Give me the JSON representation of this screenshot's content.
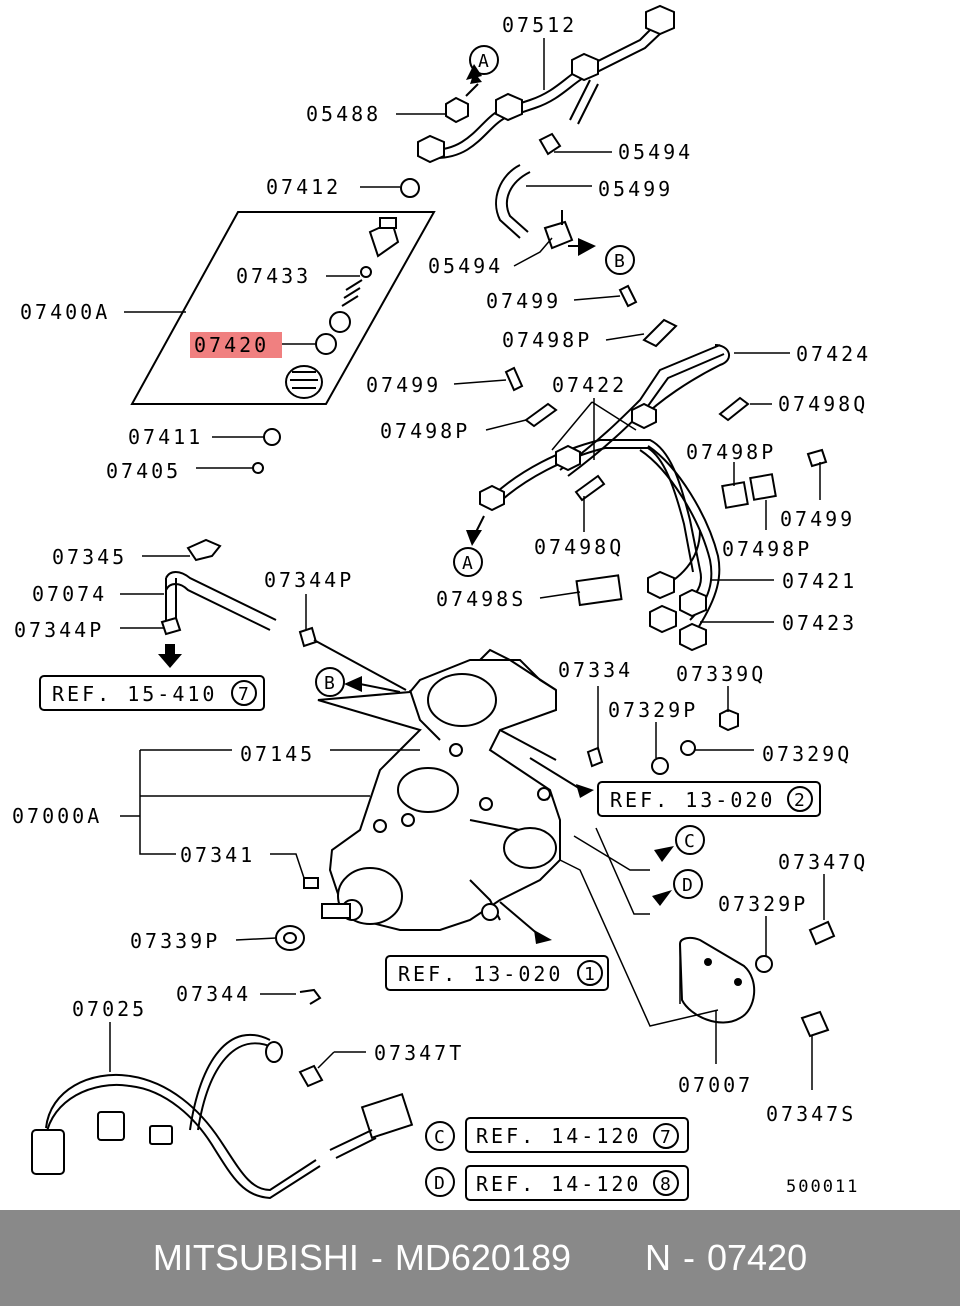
{
  "diagram": {
    "parts": [
      {
        "id": "p07512",
        "label": "07512"
      },
      {
        "id": "p05488",
        "label": "05488"
      },
      {
        "id": "p05494a",
        "label": "05494"
      },
      {
        "id": "p07412",
        "label": "07412"
      },
      {
        "id": "p05499",
        "label": "05499"
      },
      {
        "id": "p07433",
        "label": "07433"
      },
      {
        "id": "p05494b",
        "label": "05494"
      },
      {
        "id": "p07400A",
        "label": "07400A"
      },
      {
        "id": "p07499a",
        "label": "07499"
      },
      {
        "id": "p07420",
        "label": "07420"
      },
      {
        "id": "p07498Pa",
        "label": "07498P"
      },
      {
        "id": "p07424",
        "label": "07424"
      },
      {
        "id": "p07499b",
        "label": "07499"
      },
      {
        "id": "p07422",
        "label": "07422"
      },
      {
        "id": "p07498Q",
        "label": "07498Q"
      },
      {
        "id": "p07498Pb",
        "label": "07498P"
      },
      {
        "id": "p07411",
        "label": "07411"
      },
      {
        "id": "p07498Pc",
        "label": "07498P"
      },
      {
        "id": "p07405",
        "label": "07405"
      },
      {
        "id": "p07499c",
        "label": "07499"
      },
      {
        "id": "p07345",
        "label": "07345"
      },
      {
        "id": "p07498Qb",
        "label": "07498Q"
      },
      {
        "id": "p07498Pd",
        "label": "07498P"
      },
      {
        "id": "p07421",
        "label": "07421"
      },
      {
        "id": "p07344P",
        "label": "07344P"
      },
      {
        "id": "p07074",
        "label": "07074"
      },
      {
        "id": "p07498S",
        "label": "07498S"
      },
      {
        "id": "p07423",
        "label": "07423"
      },
      {
        "id": "p07344Pb",
        "label": "07344P"
      },
      {
        "id": "p07334",
        "label": "07334"
      },
      {
        "id": "p07339Q",
        "label": "07339Q"
      },
      {
        "id": "p07329P",
        "label": "07329P"
      },
      {
        "id": "p07145",
        "label": "07145"
      },
      {
        "id": "p07329Q",
        "label": "07329Q"
      },
      {
        "id": "p07000A",
        "label": "07000A"
      },
      {
        "id": "p07341",
        "label": "07341"
      },
      {
        "id": "p07347Q",
        "label": "07347Q"
      },
      {
        "id": "p07329Pb",
        "label": "07329P"
      },
      {
        "id": "p07339P",
        "label": "07339P"
      },
      {
        "id": "p07344",
        "label": "07344"
      },
      {
        "id": "p07025",
        "label": "07025"
      },
      {
        "id": "p07347T",
        "label": "07347T"
      },
      {
        "id": "p07007",
        "label": "07007"
      },
      {
        "id": "p07347S",
        "label": "07347S"
      }
    ],
    "highlight": {
      "label": "07420",
      "color": "#f08080"
    },
    "refs": [
      {
        "text": "REF. 15-410",
        "num": "7"
      },
      {
        "text": "REF. 13-020",
        "num": "2"
      },
      {
        "text": "REF. 13-020",
        "num": "1"
      },
      {
        "text": "REF. 14-120",
        "num": "7"
      },
      {
        "text": "REF. 14-120",
        "num": "8"
      }
    ],
    "connectors": {
      "A": "A",
      "B": "B",
      "C": "C",
      "D": "D"
    },
    "drawing_code": "500011"
  },
  "footer": {
    "brand": "MITSUBISHI",
    "sep1": "-",
    "part_number": "MD620189",
    "position_prefix": "N",
    "sep2": "-",
    "position": "07420"
  }
}
